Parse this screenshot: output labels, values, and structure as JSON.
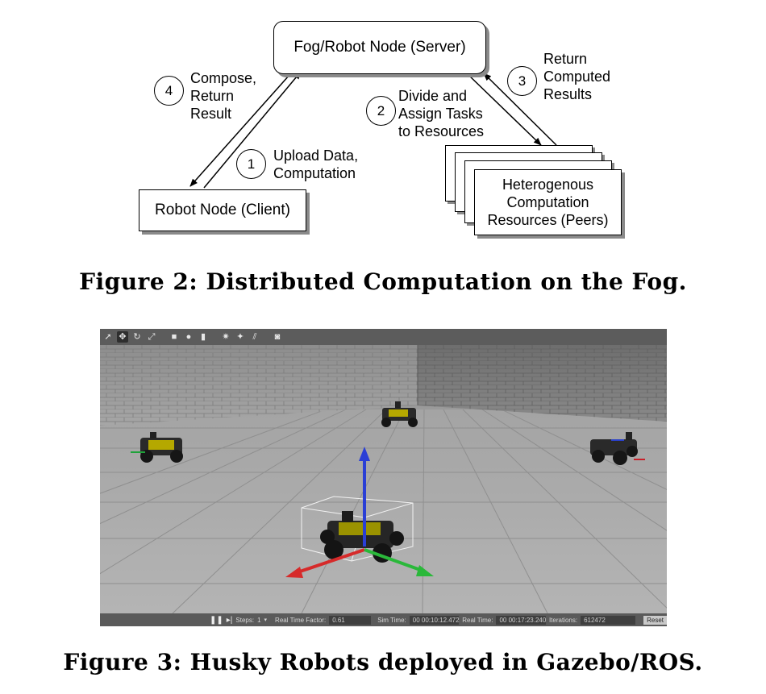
{
  "figure2": {
    "server_label": "Fog/Robot Node (Server)",
    "client_label": "Robot Node (Client)",
    "peers_label": "Heterogenous\nComputation\nResources (Peers)",
    "steps": [
      {
        "num": "1",
        "text": "Upload Data,\nComputation"
      },
      {
        "num": "2",
        "text": "Divide and\nAssign Tasks\nto Resources"
      },
      {
        "num": "3",
        "text": "Return\nComputed\nResults"
      },
      {
        "num": "4",
        "text": "Compose,\nReturn\nResult"
      }
    ],
    "caption": "Figure 2: Distributed Computation on the Fog."
  },
  "figure3": {
    "status_bar": {
      "steps_label": "Steps:",
      "steps_value": "1",
      "rtf_label": "Real Time Factor:",
      "rtf_value": "0.61",
      "sim_time_label": "Sim Time:",
      "sim_time_value": "00 00:10:12.472",
      "real_time_label": "Real Time:",
      "real_time_value": "00 00:17:23.240",
      "iterations_label": "Iterations:",
      "iterations_value": "612472",
      "reset_label": "Reset"
    },
    "toolbar_icons": [
      "select-arrow-icon",
      "translate-icon",
      "rotate-icon",
      "scale-icon",
      "box-icon",
      "sphere-icon",
      "cylinder-icon",
      "point-light-icon",
      "spot-light-icon",
      "directional-light-icon",
      "screenshot-icon"
    ],
    "caption": "Figure 3: Husky Robots deployed in Gazebo/ROS."
  }
}
